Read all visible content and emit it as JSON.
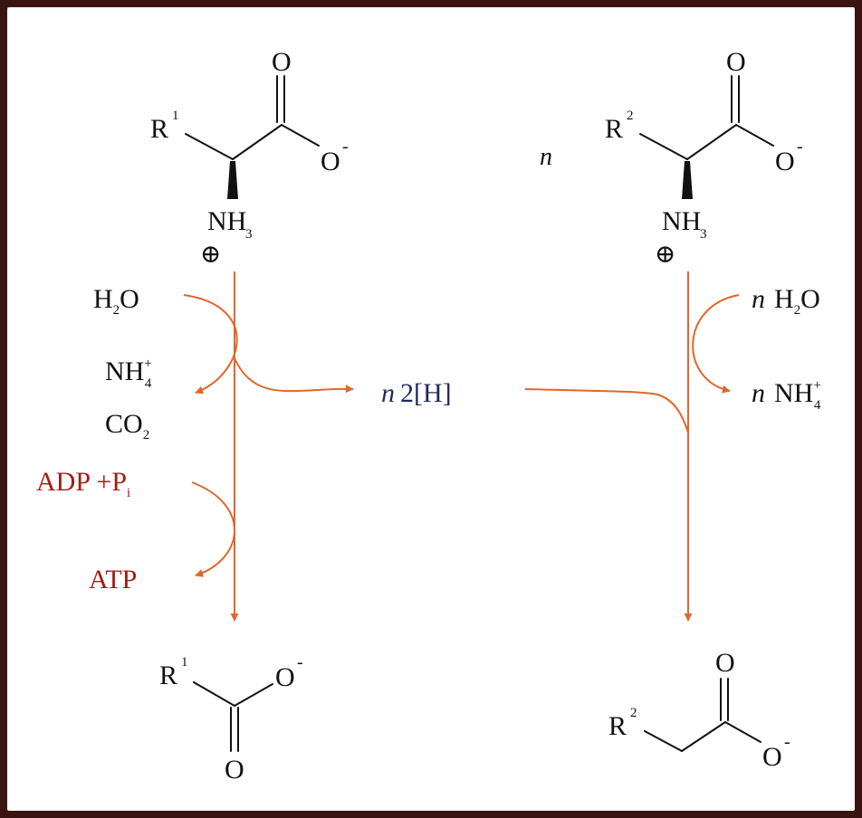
{
  "colors": {
    "frame": "#3a1410",
    "background": "#ffffff",
    "arrow": "#e2662c",
    "atp_text": "#a41c17",
    "hydrogen_text": "#1f2a5c",
    "text": "#111111"
  },
  "left_substrate": {
    "r_label": "R",
    "r_sup": "1",
    "carbonyl_o": "O",
    "carboxylate_o": "O",
    "charge": "-",
    "amine": "NH",
    "amine_sub": "3",
    "plus_symbol": "⊕"
  },
  "right_substrate": {
    "coefficient": "n",
    "r_label": "R",
    "r_sup": "2",
    "carbonyl_o": "O",
    "carboxylate_o": "O",
    "charge": "-",
    "amine": "NH",
    "amine_sub": "3",
    "plus_symbol": "⊕"
  },
  "left_pathway": {
    "water": {
      "h": "H",
      "sub": "2",
      "o": "O"
    },
    "ammonium": {
      "text": "NH",
      "sup": "+",
      "sub": "4"
    },
    "co2": {
      "text": "CO",
      "sub": "2"
    },
    "adp": {
      "text": "ADP +P",
      "sub": "i"
    },
    "atp": "ATP"
  },
  "middle": {
    "coefficient": "n",
    "reducing_equivalents": "2[H]"
  },
  "right_pathway": {
    "water": {
      "coefficient": "n",
      "h": "H",
      "sub": "2",
      "o": "O"
    },
    "ammonium": {
      "coefficient": "n",
      "text": "NH",
      "sup": "+",
      "sub": "4"
    }
  },
  "left_product": {
    "r_label": "R",
    "r_sup": "1",
    "o_top": "O",
    "charge": "-",
    "o_bottom": "O"
  },
  "right_product": {
    "r_label": "R",
    "r_sup": "2",
    "o_top": "O",
    "o_right": "O",
    "charge": "-"
  }
}
